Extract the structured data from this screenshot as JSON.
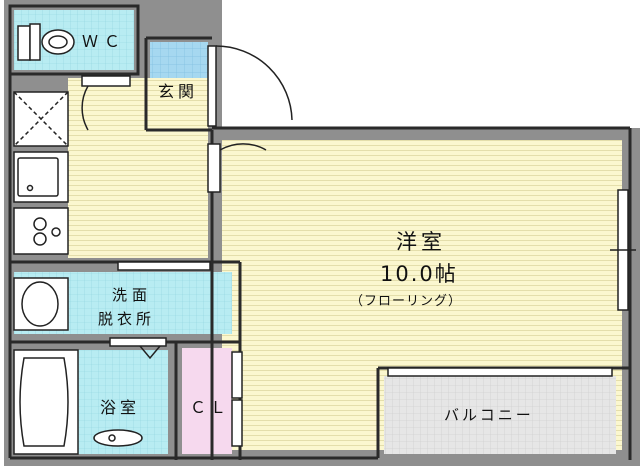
{
  "rooms": {
    "wc": {
      "label": "ＷＣ"
    },
    "entrance": {
      "label": "玄関"
    },
    "western_room": {
      "label": "洋室",
      "size": "10.0帖",
      "floor": "（フローリング）"
    },
    "washroom": {
      "line1": "洗面",
      "line2": "脱衣所"
    },
    "bathroom": {
      "label": "浴室"
    },
    "closet": {
      "label": "ＣＬ"
    },
    "balcony": {
      "label": "バルコニー"
    }
  },
  "colors": {
    "wall": "#2a2a2a",
    "wet_area": "#b8ecf2",
    "main_floor": "#fbf7cf",
    "entrance_tile": "#9fd4ee",
    "closet_floor": "#f6d9ee",
    "balcony_floor": "#e3e3e3",
    "interior_gray": "#8f8f8f"
  }
}
